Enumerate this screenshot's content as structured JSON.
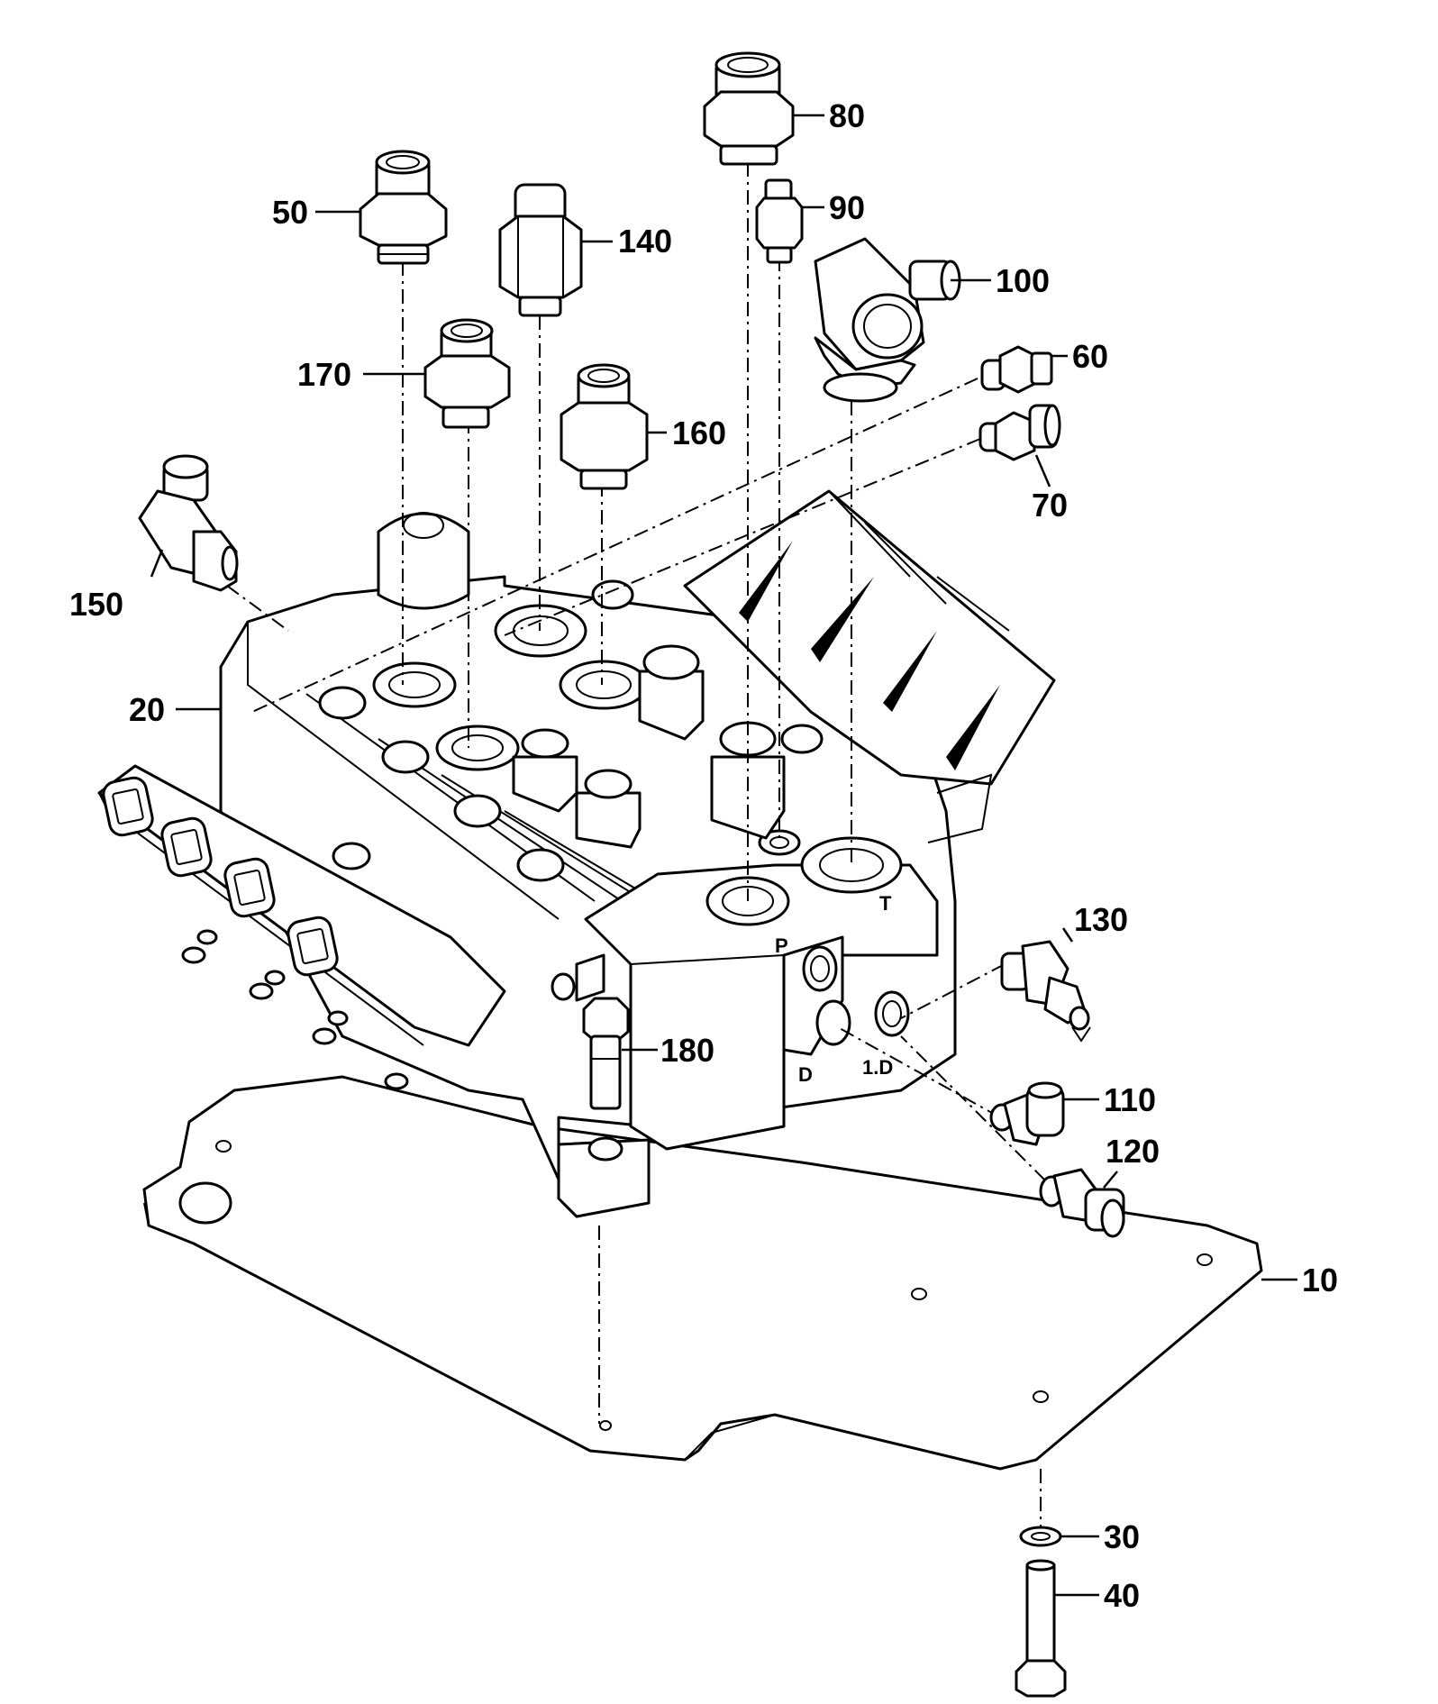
{
  "callouts": {
    "c10": "10",
    "c20": "20",
    "c30": "30",
    "c40": "40",
    "c50": "50",
    "c60": "60",
    "c70": "70",
    "c80": "80",
    "c90": "90",
    "c100": "100",
    "c110": "110",
    "c120": "120",
    "c130": "130",
    "c140": "140",
    "c150": "150",
    "c160": "160",
    "c170": "170",
    "c180": "180"
  },
  "port_labels": {
    "p": "P",
    "t": "T",
    "d": "D",
    "ld": "1.D"
  }
}
